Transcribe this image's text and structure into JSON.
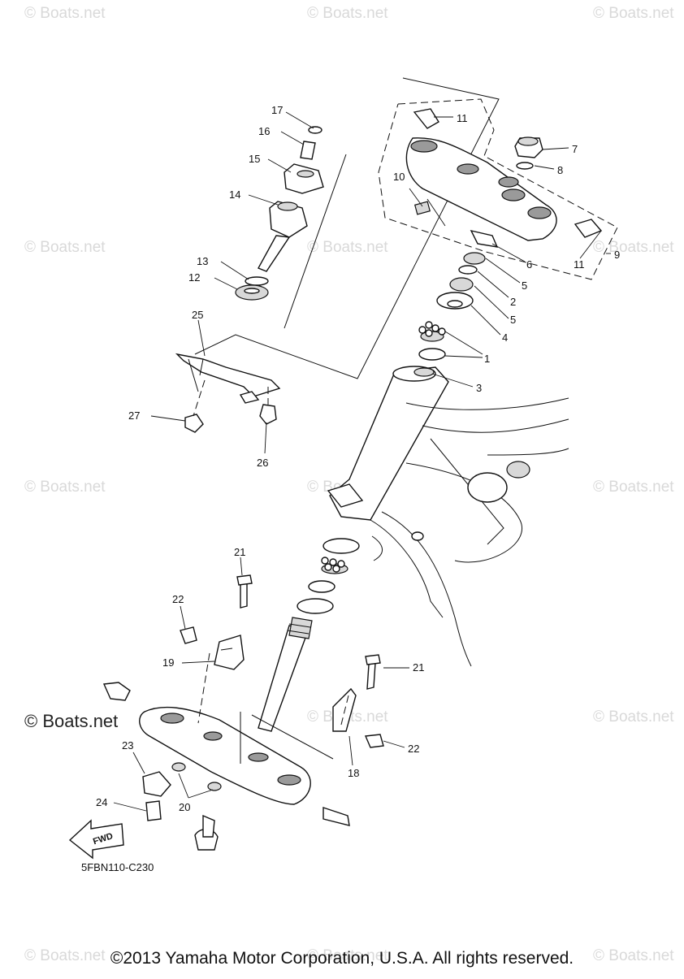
{
  "watermarks": {
    "text": "© Boats.net",
    "prominent": "© Boats.net"
  },
  "callouts": {
    "n1": "1",
    "n2": "2",
    "n3": "3",
    "n4": "4",
    "n5a": "5",
    "n5b": "5",
    "n6": "6",
    "n7": "7",
    "n8": "8",
    "n9": "9",
    "n10": "10",
    "n11a": "11",
    "n11b": "11",
    "n12": "12",
    "n13": "13",
    "n14": "14",
    "n15": "15",
    "n16": "16",
    "n17": "17",
    "n18": "18",
    "n19": "19",
    "n20": "20",
    "n21a": "21",
    "n21b": "21",
    "n22a": "22",
    "n22b": "22",
    "n23": "23",
    "n24": "24",
    "n25": "25",
    "n26": "26",
    "n27": "27"
  },
  "fwd_label": "FWD",
  "diagram_code": "5FBN110-C230",
  "footer": "©2013 Yamaha Motor Corporation, U.S.A. All rights reserved."
}
